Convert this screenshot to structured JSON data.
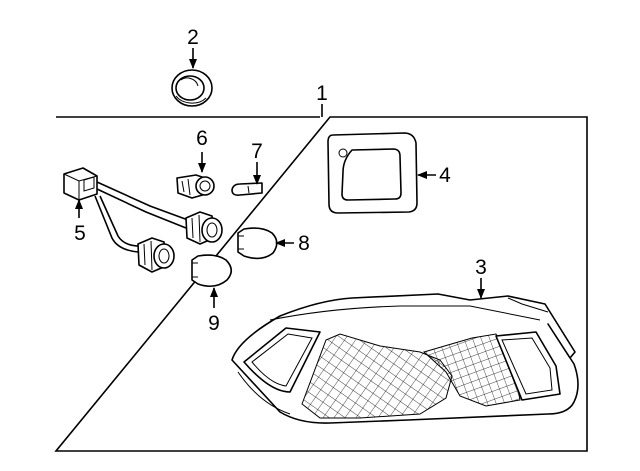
{
  "diagram": {
    "callouts": [
      {
        "id": "callout-1",
        "number": "1"
      },
      {
        "id": "callout-2",
        "number": "2"
      },
      {
        "id": "callout-3",
        "number": "3"
      },
      {
        "id": "callout-4",
        "number": "4"
      },
      {
        "id": "callout-5",
        "number": "5"
      },
      {
        "id": "callout-6",
        "number": "6"
      },
      {
        "id": "callout-7",
        "number": "7"
      },
      {
        "id": "callout-8",
        "number": "8"
      },
      {
        "id": "callout-9",
        "number": "9"
      }
    ]
  }
}
